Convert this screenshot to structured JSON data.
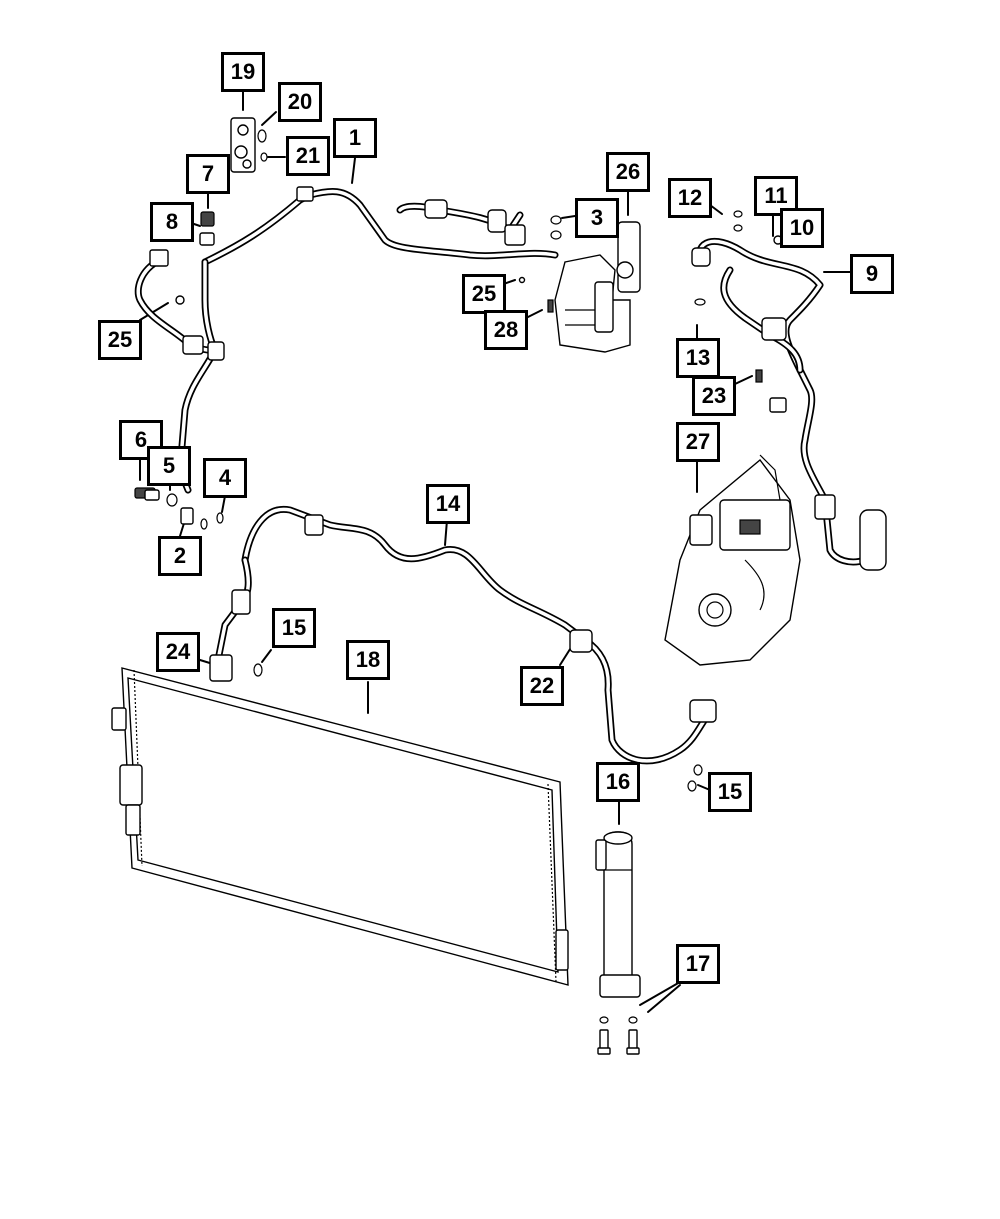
{
  "callouts": [
    {
      "id": "c19",
      "label": "19"
    },
    {
      "id": "c20",
      "label": "20"
    },
    {
      "id": "c21",
      "label": "21"
    },
    {
      "id": "c1",
      "label": "1"
    },
    {
      "id": "c7",
      "label": "7"
    },
    {
      "id": "c8",
      "label": "8"
    },
    {
      "id": "c26",
      "label": "26"
    },
    {
      "id": "c3",
      "label": "3"
    },
    {
      "id": "c12",
      "label": "12"
    },
    {
      "id": "c11",
      "label": "11"
    },
    {
      "id": "c10",
      "label": "10"
    },
    {
      "id": "c9",
      "label": "9"
    },
    {
      "id": "c25a",
      "label": "25"
    },
    {
      "id": "c28",
      "label": "28"
    },
    {
      "id": "c25b",
      "label": "25"
    },
    {
      "id": "c13",
      "label": "13"
    },
    {
      "id": "c23",
      "label": "23"
    },
    {
      "id": "c27",
      "label": "27"
    },
    {
      "id": "c6",
      "label": "6"
    },
    {
      "id": "c5",
      "label": "5"
    },
    {
      "id": "c4",
      "label": "4"
    },
    {
      "id": "c14",
      "label": "14"
    },
    {
      "id": "c2",
      "label": "2"
    },
    {
      "id": "c15a",
      "label": "15"
    },
    {
      "id": "c24",
      "label": "24"
    },
    {
      "id": "c18",
      "label": "18"
    },
    {
      "id": "c22",
      "label": "22"
    },
    {
      "id": "c16",
      "label": "16"
    },
    {
      "id": "c15b",
      "label": "15"
    },
    {
      "id": "c17",
      "label": "17"
    }
  ]
}
